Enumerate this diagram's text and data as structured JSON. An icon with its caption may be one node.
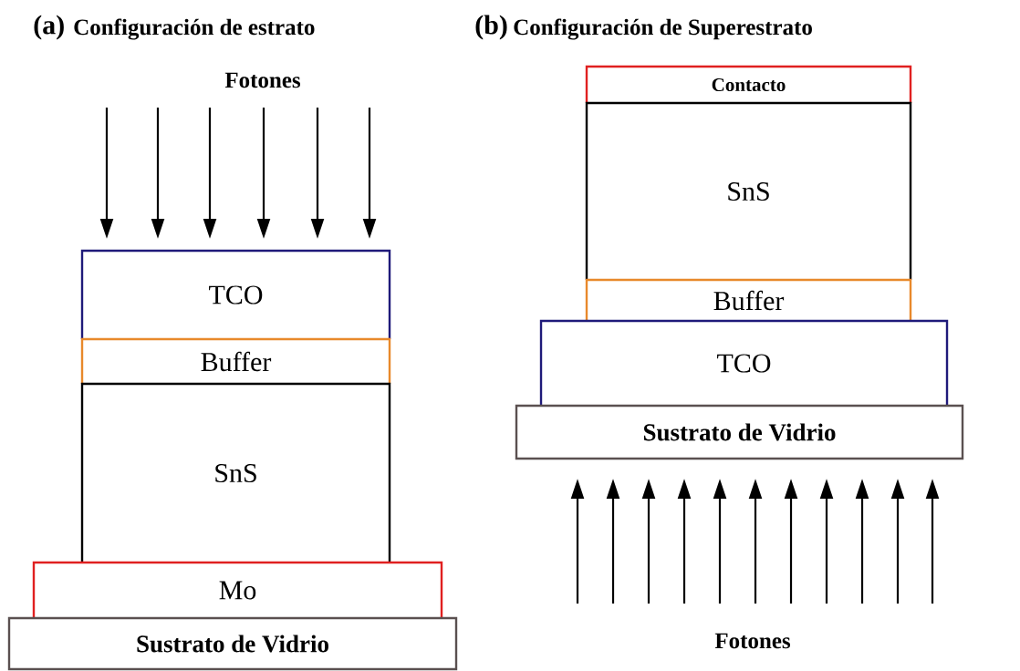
{
  "diagram": {
    "nodes": [
      {
        "text": [
          "TCO"
        ]
      },
      {
        "text": [
          "Buffer"
        ]
      },
      {
        "text": [
          "SnS"
        ]
      },
      {
        "text": [
          "Mo"
        ]
      },
      {
        "text": [
          "Sustrato de Vidrio"
        ]
      },
      {
        "text": [
          "Contacto"
        ]
      },
      {
        "text": [
          "SnS"
        ]
      },
      {
        "text": [
          "Buffer"
        ]
      },
      {
        "text": [
          "TCO"
        ]
      },
      {
        "text": [
          "Sustrato de Vidrio"
        ]
      }
    ],
    "labels": [
      "(a)",
      "Configuración de estrato",
      "Fotones",
      "(b)",
      "Configuración de Superestrato",
      "Fotones"
    ]
  }
}
